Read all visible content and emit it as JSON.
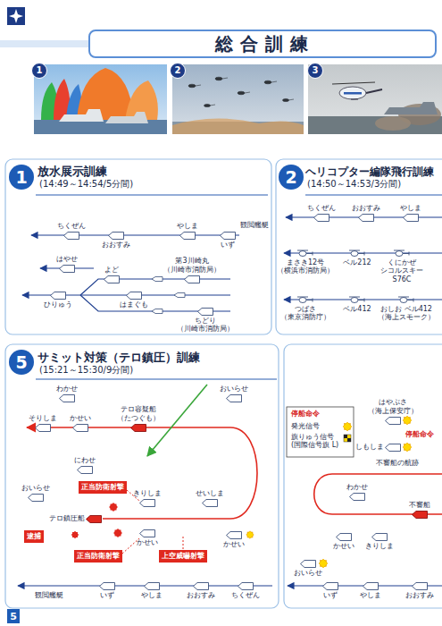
{
  "diagram": {
    "title": "総合訓練",
    "nodes": [
      {
        "text": [
          "1"
        ]
      },
      {
        "text": [
          "2"
        ]
      },
      {
        "text": [
          "3"
        ]
      },
      {
        "text": [
          "1"
        ]
      },
      {
        "text": [
          "ちくぜん"
        ]
      },
      {
        "text": [
          "おおすみ"
        ]
      },
      {
        "text": [
          "やしま"
        ]
      },
      {
        "text": [
          "いず"
        ]
      },
      {
        "text": [
          "はやせ"
        ]
      },
      {
        "text": [
          "よど"
        ]
      },
      {
        "text": [
          "第3川崎丸 （川崎市消防局）"
        ]
      },
      {
        "text": [
          "ひりゅう"
        ]
      },
      {
        "text": [
          "はまぐも"
        ]
      },
      {
        "text": [
          "ちどり （川崎市消防局）"
        ]
      },
      {
        "text": [
          "2"
        ]
      },
      {
        "text": [
          "ちくぜん"
        ]
      },
      {
        "text": [
          "おおすみ"
        ]
      },
      {
        "text": [
          "やしま"
        ]
      },
      {
        "text": [
          "まさき12号 （横浜市消防局）"
        ]
      },
      {
        "text": [
          "ベル212"
        ]
      },
      {
        "text": [
          "くにかぜ シコルスキー S76C"
        ]
      },
      {
        "text": [
          "つばさ （東京消防庁）"
        ]
      },
      {
        "text": [
          "ベル412"
        ]
      },
      {
        "text": [
          "おしお ベル412 （海上スモーク）"
        ]
      },
      {
        "text": [
          "5"
        ]
      },
      {
        "text": [
          "わかせ"
        ]
      },
      {
        "text": [
          "おいらせ"
        ]
      },
      {
        "text": [
          "そりしま"
        ]
      },
      {
        "text": [
          "かせい"
        ]
      },
      {
        "text": [
          "テロ容疑船 （たつぐも）"
        ]
      },
      {
        "text": [
          "にわせ"
        ]
      },
      {
        "text": [
          "正当防衛射撃"
        ]
      },
      {
        "text": [
          "おいらせ"
        ]
      },
      {
        "text": [
          "きりしま"
        ]
      },
      {
        "text": [
          "せいしま"
        ]
      },
      {
        "text": [
          "テロ鎮圧船"
        ]
      },
      {
        "text": [
          "かせい"
        ]
      },
      {
        "text": [
          "かせい"
        ]
      },
      {
        "text": [
          "逮捕"
        ]
      },
      {
        "text": [
          "正当防衛射撃"
        ]
      },
      {
        "text": [
          "上空威嚇射撃"
        ]
      },
      {
        "text": [
          "いず"
        ]
      },
      {
        "text": [
          "やしま"
        ]
      },
      {
        "text": [
          "おおすみ"
        ]
      },
      {
        "text": [
          "ちくぜん"
        ]
      },
      {
        "text": [
          "はやぶさ （海上保安庁）"
        ]
      },
      {
        "text": [
          "しもしま"
        ]
      },
      {
        "text": [
          "わかせ"
        ]
      },
      {
        "text": [
          "不審船"
        ]
      },
      {
        "text": [
          "かせい"
        ]
      },
      {
        "text": [
          "きりしま"
        ]
      },
      {
        "text": [
          "おいらせ"
        ]
      },
      {
        "text": [
          "いず"
        ]
      },
      {
        "text": [
          "やしま"
        ]
      },
      {
        "text": [
          "おおすみ"
        ]
      },
      {
        "text": [
          "5"
        ]
      }
    ],
    "labels": [
      "放水展示訓練",
      "(14:49～14:54/5分間)",
      "観閲艦艇",
      "ヘリコプター編隊飛行訓練",
      "(14:50～14:53/3分間)",
      "サミット対策（テロ鎮圧）訓練",
      "(15:21～15:30/9分間)",
      "観閲艦艇",
      "停船命令",
      "停船命令",
      "不審船の航跡"
    ],
    "legend": [
      {
        "text": "発光信号"
      },
      {
        "text": "旗りゅう信号 (国際信号旗 L)"
      }
    ]
  }
}
